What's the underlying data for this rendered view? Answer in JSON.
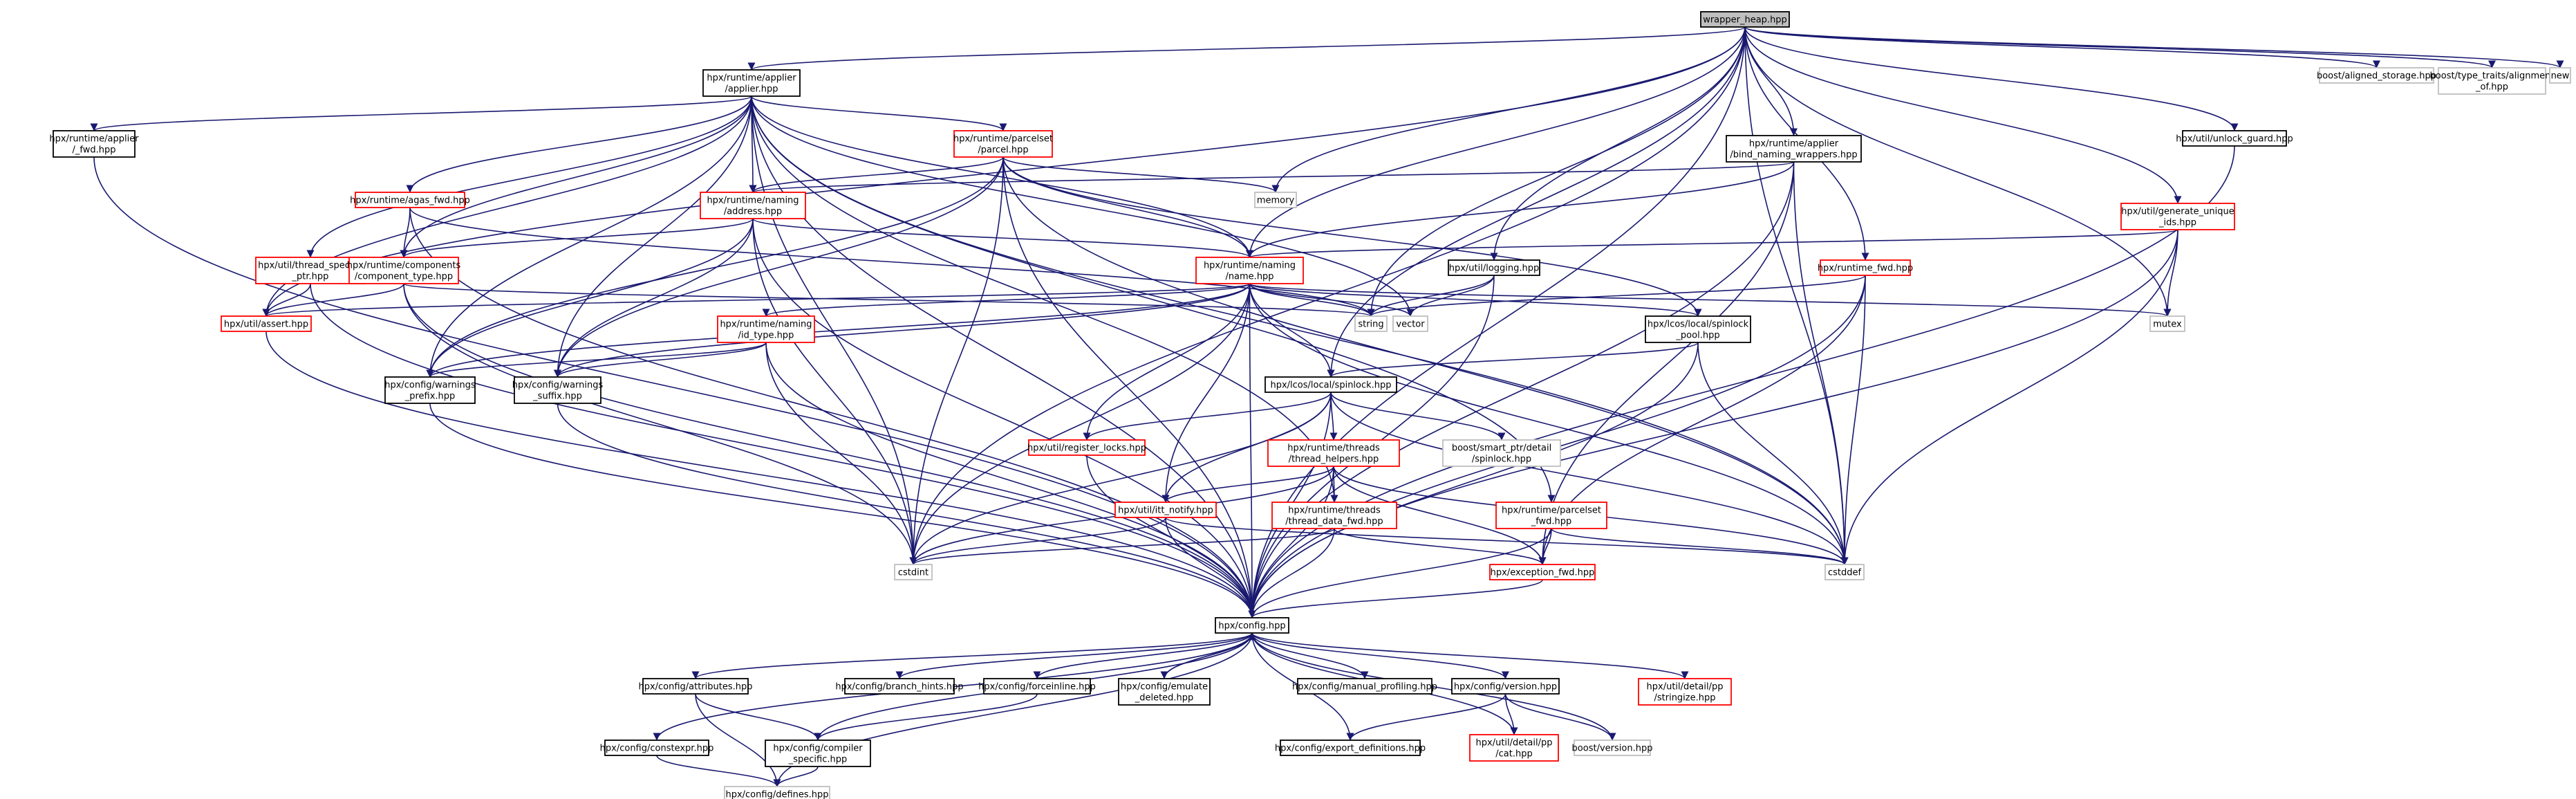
{
  "graph": {
    "nodes": [
      {
        "id": "root",
        "lines": [
          "wrapper_heap.hpp"
        ],
        "style": "root"
      },
      {
        "id": "applier",
        "lines": [
          "hpx/runtime/applier",
          "/applier.hpp"
        ],
        "style": "hdr"
      },
      {
        "id": "aligned_storage",
        "lines": [
          "boost/aligned_storage.hpp"
        ],
        "style": "gray"
      },
      {
        "id": "type_traits_alignment",
        "lines": [
          "boost/type_traits/alignment",
          "_of.hpp"
        ],
        "style": "gray"
      },
      {
        "id": "new",
        "lines": [
          "new"
        ],
        "style": "gray"
      },
      {
        "id": "applier_fwd",
        "lines": [
          "hpx/runtime/applier",
          "/_fwd.hpp"
        ],
        "style": "hdr"
      },
      {
        "id": "unlock_guard",
        "lines": [
          "hpx/util/unlock_guard.hpp"
        ],
        "style": "hdr"
      },
      {
        "id": "parcel",
        "lines": [
          "hpx/runtime/parcelset",
          "/parcel.hpp"
        ],
        "style": "red"
      },
      {
        "id": "bind_naming",
        "lines": [
          "hpx/runtime/applier",
          "/bind_naming_wrappers.hpp"
        ],
        "style": "hdr"
      },
      {
        "id": "memory",
        "lines": [
          "memory"
        ],
        "style": "gray"
      },
      {
        "id": "agas_fwd",
        "lines": [
          "hpx/runtime/agas_fwd.hpp"
        ],
        "style": "red"
      },
      {
        "id": "address",
        "lines": [
          "hpx/runtime/naming",
          "/address.hpp"
        ],
        "style": "red"
      },
      {
        "id": "generate_unique",
        "lines": [
          "hpx/util/generate_unique",
          "_ids.hpp"
        ],
        "style": "red"
      },
      {
        "id": "thread_specific",
        "lines": [
          "hpx/util/thread_specific",
          "_ptr.hpp"
        ],
        "style": "red"
      },
      {
        "id": "component_type",
        "lines": [
          "hpx/runtime/components",
          "/component_type.hpp"
        ],
        "style": "red"
      },
      {
        "id": "naming_name",
        "lines": [
          "hpx/runtime/naming",
          "/name.hpp"
        ],
        "style": "red"
      },
      {
        "id": "logging",
        "lines": [
          "hpx/util/logging.hpp"
        ],
        "style": "hdr"
      },
      {
        "id": "runtime_fwd",
        "lines": [
          "hpx/runtime_fwd.hpp"
        ],
        "style": "red"
      },
      {
        "id": "util_assert",
        "lines": [
          "hpx/util/assert.hpp"
        ],
        "style": "red"
      },
      {
        "id": "string",
        "lines": [
          "string"
        ],
        "style": "gray"
      },
      {
        "id": "vector",
        "lines": [
          "vector"
        ],
        "style": "gray"
      },
      {
        "id": "mutex",
        "lines": [
          "mutex"
        ],
        "style": "gray"
      },
      {
        "id": "id_type",
        "lines": [
          "hpx/runtime/naming",
          "/id_type.hpp"
        ],
        "style": "red"
      },
      {
        "id": "spinlock_pool",
        "lines": [
          "hpx/lcos/local/spinlock",
          "_pool.hpp"
        ],
        "style": "hdr"
      },
      {
        "id": "warnings_prefix",
        "lines": [
          "hpx/config/warnings",
          "_prefix.hpp"
        ],
        "style": "hdr"
      },
      {
        "id": "warnings_suffix",
        "lines": [
          "hpx/config/warnings",
          "_suffix.hpp"
        ],
        "style": "hdr"
      },
      {
        "id": "spinlock",
        "lines": [
          "hpx/lcos/local/spinlock.hpp"
        ],
        "style": "hdr"
      },
      {
        "id": "register_locks",
        "lines": [
          "hpx/util/register_locks.hpp"
        ],
        "style": "red"
      },
      {
        "id": "thread_helpers",
        "lines": [
          "hpx/runtime/threads",
          "/thread_helpers.hpp"
        ],
        "style": "red"
      },
      {
        "id": "smart_ptr_spinlock",
        "lines": [
          "boost/smart_ptr/detail",
          "/spinlock.hpp"
        ],
        "style": "gray"
      },
      {
        "id": "itt_notify",
        "lines": [
          "hpx/util/itt_notify.hpp"
        ],
        "style": "red"
      },
      {
        "id": "thread_data_fwd",
        "lines": [
          "hpx/runtime/threads",
          "/thread_data_fwd.hpp"
        ],
        "style": "red"
      },
      {
        "id": "parcelset_fwd",
        "lines": [
          "hpx/runtime/parcelset",
          "_fwd.hpp"
        ],
        "style": "red"
      },
      {
        "id": "cstdint",
        "lines": [
          "cstdint"
        ],
        "style": "gray"
      },
      {
        "id": "exception_fwd",
        "lines": [
          "hpx/exception_fwd.hpp"
        ],
        "style": "red"
      },
      {
        "id": "cstddef",
        "lines": [
          "cstddef"
        ],
        "style": "gray"
      },
      {
        "id": "config",
        "lines": [
          "hpx/config.hpp"
        ],
        "style": "hdr"
      },
      {
        "id": "attributes",
        "lines": [
          "hpx/config/attributes.hpp"
        ],
        "style": "hdr"
      },
      {
        "id": "branch_hints",
        "lines": [
          "hpx/config/branch_hints.hpp"
        ],
        "style": "hdr"
      },
      {
        "id": "forceinline",
        "lines": [
          "hpx/config/forceinline.hpp"
        ],
        "style": "hdr"
      },
      {
        "id": "emulate_deleted",
        "lines": [
          "hpx/config/emulate",
          "_deleted.hpp"
        ],
        "style": "hdr"
      },
      {
        "id": "manual_profiling",
        "lines": [
          "hpx/config/manual_profiling.hpp"
        ],
        "style": "hdr"
      },
      {
        "id": "config_version",
        "lines": [
          "hpx/config/version.hpp"
        ],
        "style": "hdr"
      },
      {
        "id": "stringize",
        "lines": [
          "hpx/util/detail/pp",
          "/stringize.hpp"
        ],
        "style": "red"
      },
      {
        "id": "constexpr",
        "lines": [
          "hpx/config/constexpr.hpp"
        ],
        "style": "hdr"
      },
      {
        "id": "compiler_specific",
        "lines": [
          "hpx/config/compiler",
          "_specific.hpp"
        ],
        "style": "hdr"
      },
      {
        "id": "export_definitions",
        "lines": [
          "hpx/config/export_definitions.hpp"
        ],
        "style": "hdr"
      },
      {
        "id": "pp_cat",
        "lines": [
          "hpx/util/detail/pp",
          "/cat.hpp"
        ],
        "style": "red"
      },
      {
        "id": "boost_version",
        "lines": [
          "boost/version.hpp"
        ],
        "style": "gray"
      },
      {
        "id": "defines",
        "lines": [
          "hpx/config/defines.hpp"
        ],
        "style": "gray"
      }
    ],
    "edges": [
      [
        "root",
        "applier"
      ],
      [
        "root",
        "aligned_storage"
      ],
      [
        "root",
        "type_traits_alignment"
      ],
      [
        "root",
        "new"
      ],
      [
        "root",
        "unlock_guard"
      ],
      [
        "root",
        "bind_naming"
      ],
      [
        "root",
        "memory"
      ],
      [
        "root",
        "generate_unique"
      ],
      [
        "root",
        "naming_name"
      ],
      [
        "root",
        "logging"
      ],
      [
        "root",
        "runtime_fwd"
      ],
      [
        "root",
        "util_assert"
      ],
      [
        "root",
        "string"
      ],
      [
        "root",
        "mutex"
      ],
      [
        "root",
        "spinlock"
      ],
      [
        "root",
        "cstdint"
      ],
      [
        "root",
        "cstddef"
      ],
      [
        "root",
        "config"
      ],
      [
        "applier",
        "applier_fwd"
      ],
      [
        "applier",
        "parcel"
      ],
      [
        "applier",
        "agas_fwd"
      ],
      [
        "applier",
        "address"
      ],
      [
        "applier",
        "thread_specific"
      ],
      [
        "applier",
        "component_type"
      ],
      [
        "applier",
        "naming_name"
      ],
      [
        "applier",
        "util_assert"
      ],
      [
        "applier",
        "warnings_prefix"
      ],
      [
        "applier",
        "warnings_suffix"
      ],
      [
        "applier",
        "thread_data_fwd"
      ],
      [
        "applier",
        "parcelset_fwd"
      ],
      [
        "applier",
        "cstdint"
      ],
      [
        "applier",
        "cstddef"
      ],
      [
        "applier",
        "vector"
      ],
      [
        "applier",
        "config"
      ],
      [
        "applier_fwd",
        "config"
      ],
      [
        "unlock_guard",
        "config"
      ],
      [
        "parcel",
        "memory"
      ],
      [
        "parcel",
        "address"
      ],
      [
        "parcel",
        "naming_name"
      ],
      [
        "parcel",
        "warnings_prefix"
      ],
      [
        "parcel",
        "warnings_suffix"
      ],
      [
        "parcel",
        "spinlock_pool"
      ],
      [
        "parcel",
        "cstdint"
      ],
      [
        "parcel",
        "cstddef"
      ],
      [
        "parcel",
        "config"
      ],
      [
        "bind_naming",
        "address"
      ],
      [
        "bind_naming",
        "naming_name"
      ],
      [
        "bind_naming",
        "exception_fwd"
      ],
      [
        "bind_naming",
        "cstddef"
      ],
      [
        "bind_naming",
        "config"
      ],
      [
        "agas_fwd",
        "component_type"
      ],
      [
        "agas_fwd",
        "string"
      ],
      [
        "agas_fwd",
        "config"
      ],
      [
        "address",
        "component_type"
      ],
      [
        "address",
        "naming_name"
      ],
      [
        "address",
        "warnings_prefix"
      ],
      [
        "address",
        "warnings_suffix"
      ],
      [
        "address",
        "cstdint"
      ],
      [
        "address",
        "config"
      ],
      [
        "generate_unique",
        "naming_name"
      ],
      [
        "generate_unique",
        "mutex"
      ],
      [
        "generate_unique",
        "cstddef"
      ],
      [
        "generate_unique",
        "config"
      ],
      [
        "thread_specific",
        "util_assert"
      ],
      [
        "thread_specific",
        "config"
      ],
      [
        "component_type",
        "util_assert"
      ],
      [
        "component_type",
        "string"
      ],
      [
        "component_type",
        "cstdint"
      ],
      [
        "component_type",
        "config"
      ],
      [
        "naming_name",
        "id_type"
      ],
      [
        "naming_name",
        "spinlock_pool"
      ],
      [
        "naming_name",
        "spinlock"
      ],
      [
        "naming_name",
        "register_locks"
      ],
      [
        "naming_name",
        "itt_notify"
      ],
      [
        "naming_name",
        "warnings_prefix"
      ],
      [
        "naming_name",
        "warnings_suffix"
      ],
      [
        "naming_name",
        "util_assert"
      ],
      [
        "naming_name",
        "string"
      ],
      [
        "naming_name",
        "vector"
      ],
      [
        "naming_name",
        "mutex"
      ],
      [
        "naming_name",
        "cstdint"
      ],
      [
        "naming_name",
        "cstddef"
      ],
      [
        "naming_name",
        "config"
      ],
      [
        "logging",
        "string"
      ],
      [
        "logging",
        "vector"
      ],
      [
        "logging",
        "config"
      ],
      [
        "runtime_fwd",
        "string"
      ],
      [
        "runtime_fwd",
        "exception_fwd"
      ],
      [
        "runtime_fwd",
        "cstddef"
      ],
      [
        "runtime_fwd",
        "config"
      ],
      [
        "util_assert",
        "config"
      ],
      [
        "id_type",
        "warnings_prefix"
      ],
      [
        "id_type",
        "warnings_suffix"
      ],
      [
        "id_type",
        "cstdint"
      ],
      [
        "id_type",
        "config"
      ],
      [
        "spinlock_pool",
        "spinlock"
      ],
      [
        "spinlock_pool",
        "cstddef"
      ],
      [
        "spinlock_pool",
        "config"
      ],
      [
        "warnings_prefix",
        "config"
      ],
      [
        "warnings_suffix",
        "config"
      ],
      [
        "spinlock",
        "register_locks"
      ],
      [
        "spinlock",
        "thread_helpers"
      ],
      [
        "spinlock",
        "smart_ptr_spinlock"
      ],
      [
        "spinlock",
        "itt_notify"
      ],
      [
        "spinlock",
        "cstdint"
      ],
      [
        "spinlock",
        "cstddef"
      ],
      [
        "spinlock",
        "config"
      ],
      [
        "register_locks",
        "config"
      ],
      [
        "thread_helpers",
        "thread_data_fwd"
      ],
      [
        "thread_helpers",
        "itt_notify"
      ],
      [
        "thread_helpers",
        "exception_fwd"
      ],
      [
        "thread_helpers",
        "cstddef"
      ],
      [
        "thread_helpers",
        "cstdint"
      ],
      [
        "thread_helpers",
        "config"
      ],
      [
        "itt_notify",
        "cstdint"
      ],
      [
        "itt_notify",
        "cstddef"
      ],
      [
        "itt_notify",
        "config"
      ],
      [
        "thread_data_fwd",
        "exception_fwd"
      ],
      [
        "thread_data_fwd",
        "cstdint"
      ],
      [
        "thread_data_fwd",
        "config"
      ],
      [
        "parcelset_fwd",
        "exception_fwd"
      ],
      [
        "parcelset_fwd",
        "cstddef"
      ],
      [
        "parcelset_fwd",
        "config"
      ],
      [
        "exception_fwd",
        "config"
      ],
      [
        "config",
        "attributes"
      ],
      [
        "config",
        "branch_hints"
      ],
      [
        "config",
        "forceinline"
      ],
      [
        "config",
        "emulate_deleted"
      ],
      [
        "config",
        "manual_profiling"
      ],
      [
        "config",
        "config_version"
      ],
      [
        "config",
        "stringize"
      ],
      [
        "config",
        "constexpr"
      ],
      [
        "config",
        "compiler_specific"
      ],
      [
        "config",
        "export_definitions"
      ],
      [
        "config",
        "pp_cat"
      ],
      [
        "config",
        "boost_version"
      ],
      [
        "config",
        "defines"
      ],
      [
        "attributes",
        "compiler_specific"
      ],
      [
        "attributes",
        "defines"
      ],
      [
        "forceinline",
        "compiler_specific"
      ],
      [
        "emulate_deleted",
        "config"
      ],
      [
        "config_version",
        "export_definitions"
      ],
      [
        "config_version",
        "pp_cat"
      ],
      [
        "config_version",
        "boost_version"
      ],
      [
        "constexpr",
        "defines"
      ],
      [
        "compiler_specific",
        "defines"
      ]
    ]
  }
}
